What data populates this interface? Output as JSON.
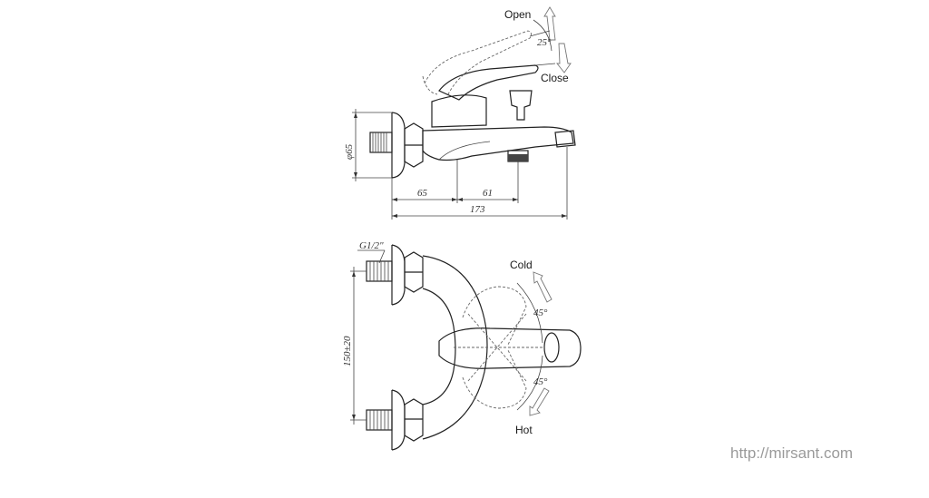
{
  "side_view": {
    "open_label": "Open",
    "close_label": "Close",
    "angle_label": "25°",
    "height_dim": "φ65",
    "dim_a": "65",
    "dim_b": "61",
    "dim_total": "173"
  },
  "top_view": {
    "thread_label": "G1/2\"",
    "spacing_dim": "150±20",
    "cold_label": "Cold",
    "hot_label": "Hot",
    "angle_top": "45°",
    "angle_bottom": "45°"
  },
  "watermark": "http://mirsant.com"
}
